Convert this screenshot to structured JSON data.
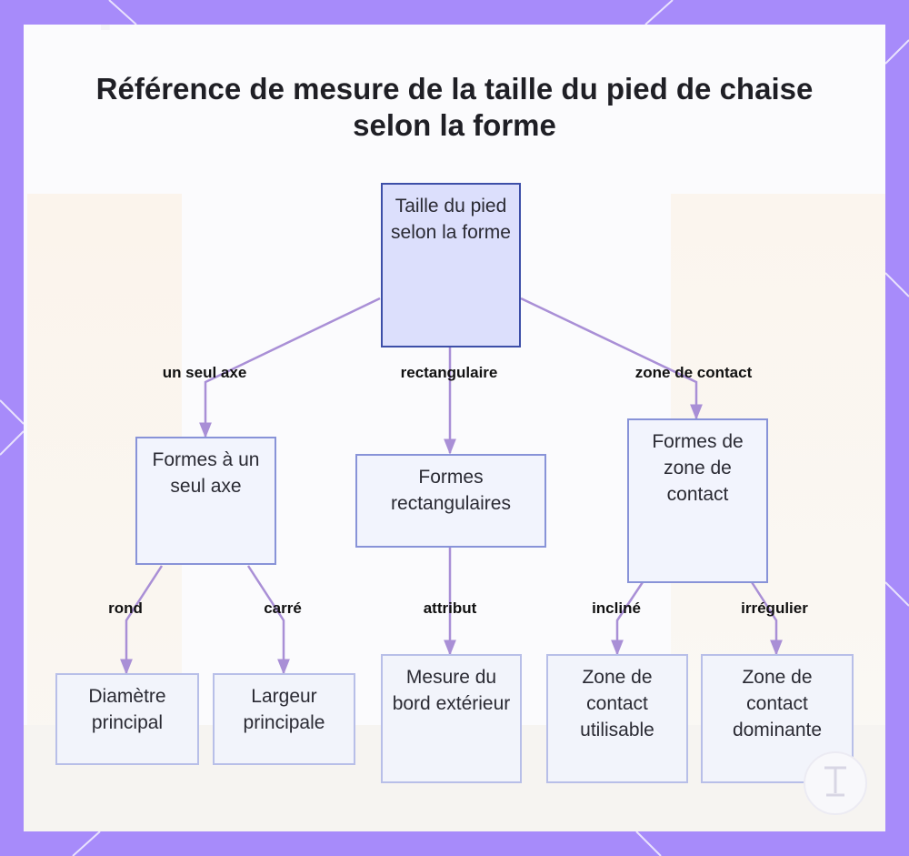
{
  "title": "Référence de mesure de la taille du pied de chaise selon la forme",
  "nodes": {
    "root": "Taille du pied selon la forme",
    "single_axis": "Formes à un seul axe",
    "rectangular": "Formes rectangulaires",
    "contact_zone": "Formes de zone de contact",
    "main_diameter": "Diamètre principal",
    "main_width": "Largeur principale",
    "outer_edge": "Mesure du bord extérieur",
    "usable_contact": "Zone de contact utilisable",
    "dominant_contact": "Zone de contact dominante"
  },
  "edge_labels": {
    "single_axis": "un seul axe",
    "rectangular": "rectangulaire",
    "contact_zone": "zone de contact",
    "round": "rond",
    "square": "carré",
    "attribute": "attribut",
    "inclined": "incliné",
    "irregular": "irrégulier"
  },
  "colors": {
    "frame": "#a78bfa",
    "edge": "#a98fd6",
    "root_fill": "#dcdffc",
    "node_border": "#8893d8"
  },
  "icons": {
    "watermark": "chair-leg-icon"
  }
}
